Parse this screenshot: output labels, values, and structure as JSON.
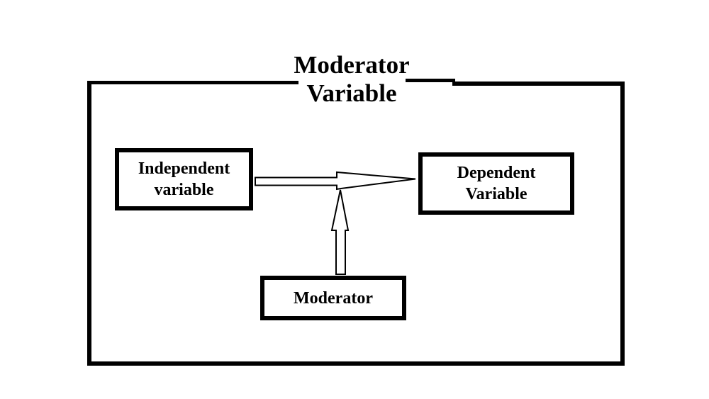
{
  "diagram": {
    "title": {
      "line1": "Moderator",
      "line2": "Variable"
    },
    "colors": {
      "ink": "#000000",
      "background": "#ffffff"
    },
    "nodes": [
      {
        "id": "independent-variable",
        "label_line1": "Independent",
        "label_line2": "variable"
      },
      {
        "id": "dependent-variable",
        "label_line1": "Dependent",
        "label_line2": "Variable"
      },
      {
        "id": "moderator",
        "label_line1": "Moderator"
      }
    ],
    "edges": [
      {
        "from": "independent-variable",
        "to": "dependent-variable",
        "style": "hollow-block-arrow",
        "direction": "right"
      },
      {
        "from": "moderator",
        "to": "arrow-independent-to-dependent",
        "style": "hollow-block-arrow",
        "direction": "up"
      }
    ]
  }
}
